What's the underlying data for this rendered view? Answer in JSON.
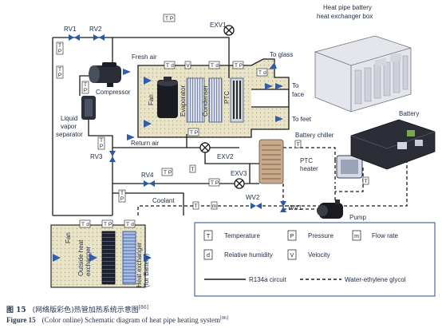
{
  "labels": {
    "exv1": "EXV1",
    "rv1": "RV1",
    "rv2": "RV2",
    "fresh_air": "Fresh air",
    "to_glass": "To glass",
    "to_face": "To\nface",
    "to_feet": "To feet",
    "compressor": "Compressor",
    "lvs": "Liquid\nvapor\nseparator",
    "fan": "Fan",
    "evaporator": "Evaporator",
    "condenser": "Condenser",
    "ptc": "PTC",
    "return_air": "Return air",
    "battery_chiller": "Battery chiller",
    "rv3": "RV3",
    "exv2": "EXV2",
    "rv4": "RV4",
    "exv3": "EXV3",
    "ptc_heater": "PTC\nheater",
    "coolant": "Coolant",
    "wv2": "WV2",
    "wv1": "WV1",
    "pump": "Pump",
    "outside_fan": "Fan",
    "outside_hx": "Outside heat\nexchanger",
    "battery_hx": "Heat exchanger\n(for Battery)",
    "hp_box_title": "Heat pipe battery\nheat exchanger box",
    "battery": "Battery"
  },
  "legend": {
    "items": [
      {
        "symbol": "T",
        "label": "Temperature"
      },
      {
        "symbol": "P",
        "label": "Pressure"
      },
      {
        "symbol": "m",
        "label": "Flow rate"
      },
      {
        "symbol": "d",
        "label": "Relative humidity"
      },
      {
        "symbol": "V",
        "label": "Velocity"
      }
    ],
    "r134a": "R134a circuit",
    "glycol": "Water-ethylene glycol"
  },
  "sensor_letters": {
    "t": "T",
    "p": "P",
    "d": "d",
    "v": "V",
    "m": "m"
  },
  "caption": {
    "cn_label": "图 15",
    "cn_text": "(网络版彩色)热管加热系统示意图",
    "cn_ref": "[86]",
    "en_label": "Figure 15",
    "en_text": "(Color online) Schematic diagram of heat pipe heating system",
    "en_ref": "[86]"
  },
  "colors": {
    "pipe": "#1a1a1a",
    "duct": "#e9e3c8",
    "duct_dot": "#bdb28a",
    "arrow": "#2f5fa8",
    "valve": "#2c57a8",
    "legend_border": "#3a5a9a",
    "fin": "#7a8fb5"
  }
}
